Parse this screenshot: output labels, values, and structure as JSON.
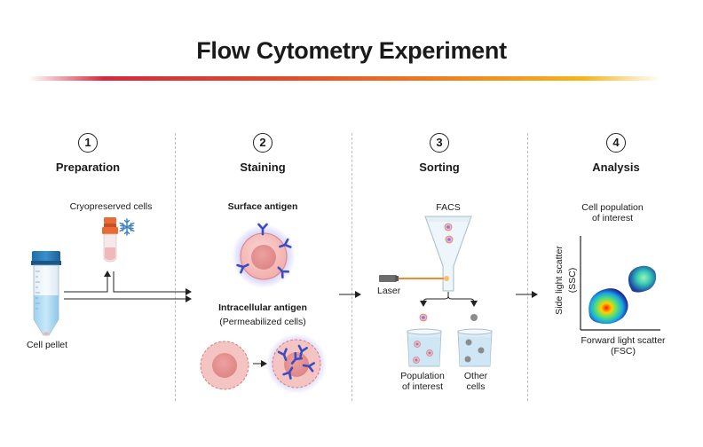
{
  "title": "Flow Cytometry Experiment",
  "steps": [
    {
      "number": "1",
      "label": "Preparation"
    },
    {
      "number": "2",
      "label": "Staining"
    },
    {
      "number": "3",
      "label": "Sorting"
    },
    {
      "number": "4",
      "label": "Analysis"
    }
  ],
  "preparation": {
    "cryo_label": "Cryopreserved cells",
    "pellet_label": "Cell pellet"
  },
  "staining": {
    "surface_label": "Surface antigen",
    "intracellular_label": "Intracellular antigen",
    "permeabilized_label": "(Permeabilized cells)"
  },
  "sorting": {
    "facs_label": "FACS",
    "laser_label": "Laser",
    "population_label_1": "Population",
    "population_label_2": "of interest",
    "other_label_1": "Other",
    "other_label_2": "cells"
  },
  "analysis": {
    "population_label_1": "Cell population",
    "population_label_2": "of interest",
    "x_axis_1": "Forward light scatter",
    "x_axis_2": "(FSC)",
    "y_axis_1": "Side light scatter",
    "y_axis_2": "(SSC)"
  },
  "colors": {
    "antibody": "#3d4fc4",
    "cell_fill": "#f3b7b5",
    "cell_outline": "#d77e7e",
    "glow": "#9a8ff2",
    "tube_cap": "#2f7fb8",
    "cryo_cap": "#e0602a"
  }
}
